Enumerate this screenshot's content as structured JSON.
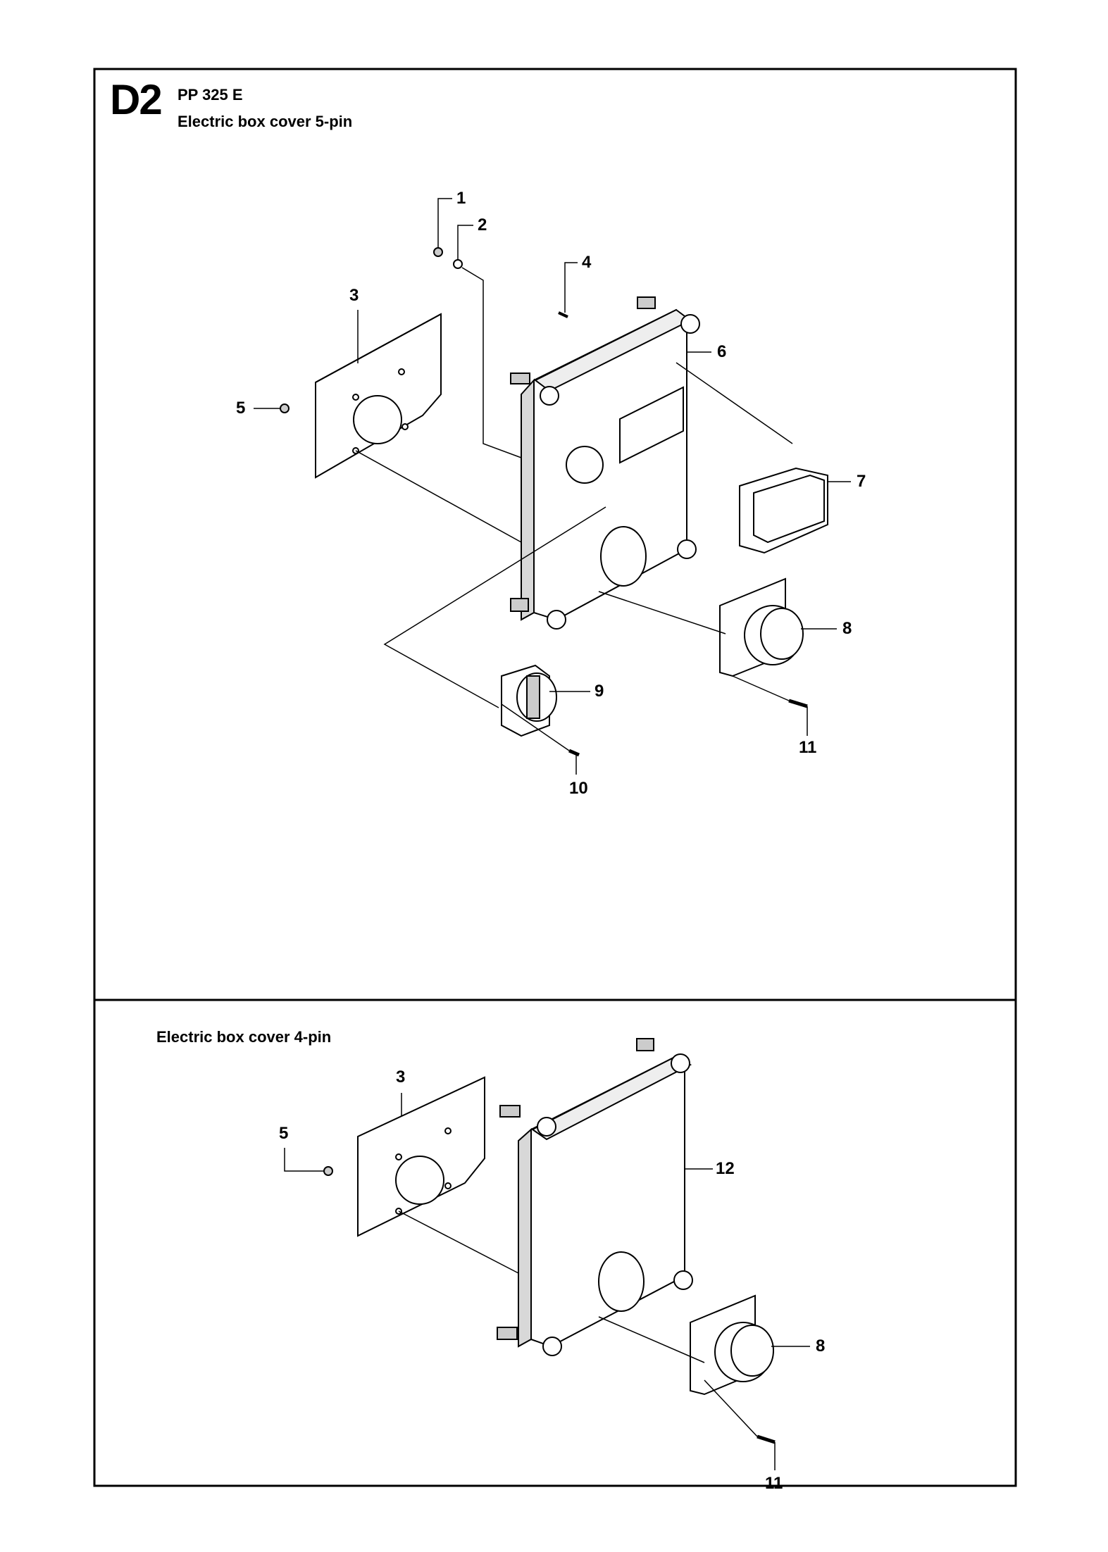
{
  "header": {
    "code": "D2",
    "model": "PP 325 E",
    "title": "Electric box cover 5-pin"
  },
  "section2": {
    "title": "Electric box cover 4-pin"
  },
  "callouts": {
    "top": [
      "1",
      "2",
      "3",
      "4",
      "5",
      "6",
      "7",
      "8",
      "9",
      "10",
      "11"
    ],
    "bottom": [
      "3",
      "5",
      "12",
      "8",
      "11"
    ]
  },
  "colors": {
    "line": "#000000",
    "part_fill": "#ffffff",
    "shade": "#d8d8d8"
  }
}
